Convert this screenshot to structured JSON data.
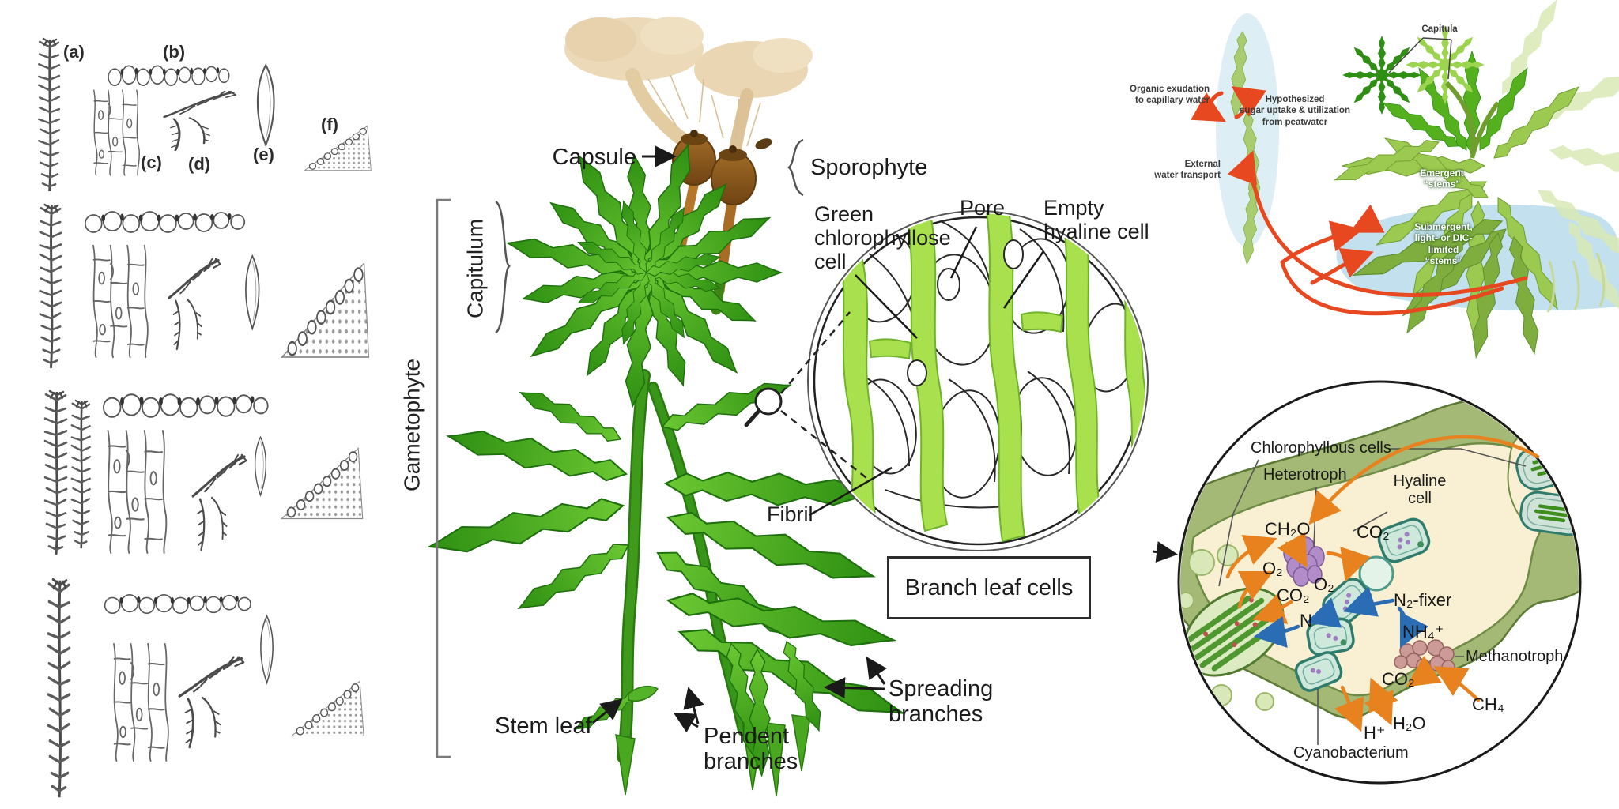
{
  "left_panel": {
    "specimen_labels": {
      "a": "(a)",
      "b": "(b)",
      "c": "(c)",
      "d": "(d)",
      "e": "(e)",
      "f": "(f)"
    }
  },
  "sphagnum_diagram": {
    "capsule": "Capsule",
    "sporophyte": "Sporophyte",
    "capitulum": "Capitulum",
    "gametophyte": "Gametophyte",
    "green_chlorophyllose_cell": "Green\nchlorophyllose\ncell",
    "pore": "Pore",
    "empty_hyaline_cell": "Empty\nhyaline cell",
    "fibril": "Fibril",
    "branch_leaf_cells": "Branch leaf cells",
    "stem_leaf": "Stem leaf",
    "pendent_branches": "Pendent\nbranches",
    "spreading_branches": "Spreading\nbranches"
  },
  "water_transport_panel": {
    "capitula": "Capitula",
    "organic_exudation": "Organic exudation\nto capillary water",
    "sugar_uptake": "Hypothesized\nsugar uptake & utilization\nfrom peatwater",
    "external_water": "External\nwater transport",
    "emergent_stems": "Emergent\n“stems”",
    "submergent_stems": "Submergent,\nlight- or DIC-limited\n“stems”"
  },
  "microbiome_panel": {
    "chlorophyllous_cells": "Chlorophyllous cells",
    "heterotroph": "Heterotroph",
    "hyaline_cell": "Hyaline\ncell",
    "n2_fixer": "N₂-fixer",
    "methanotroph": "Methanotroph",
    "cyanobacterium": "Cyanobacterium",
    "molecules": {
      "ch2o": "CH₂O",
      "co2_top": "CO₂",
      "o2_left": "O₂",
      "o2_mid": "O₂",
      "co2_left": "CO₂",
      "n": "N",
      "nh4": "NH₄⁺",
      "co2_bottom": "CO₂",
      "ch4": "CH₄",
      "h_plus": "H⁺",
      "h2o": "H₂O"
    }
  },
  "colors": {
    "moss_green": "#3f9a1b",
    "moss_green_bright": "#6cc832",
    "moss_green_dark": "#1e6f0d",
    "capsule_brown": "#8a5a1f",
    "spore_cloud_tan": "#ecd9b8",
    "chlorophyllose_green": "#a9e14e",
    "hyaline_wall_green": "#a3b975",
    "lumen_cream": "#f9efd2",
    "heterotroph_purple": "#b18cc9",
    "methanotroph_pink": "#cc9a97",
    "cyanobacteria_teal": "#2f7c6e",
    "arrow_orange": "#e8821e",
    "arrow_blue": "#2a6db5",
    "arrow_red": "#e8481f",
    "water_blue": "#c2e0ee",
    "sketch_gray": "#5c5c5c"
  }
}
